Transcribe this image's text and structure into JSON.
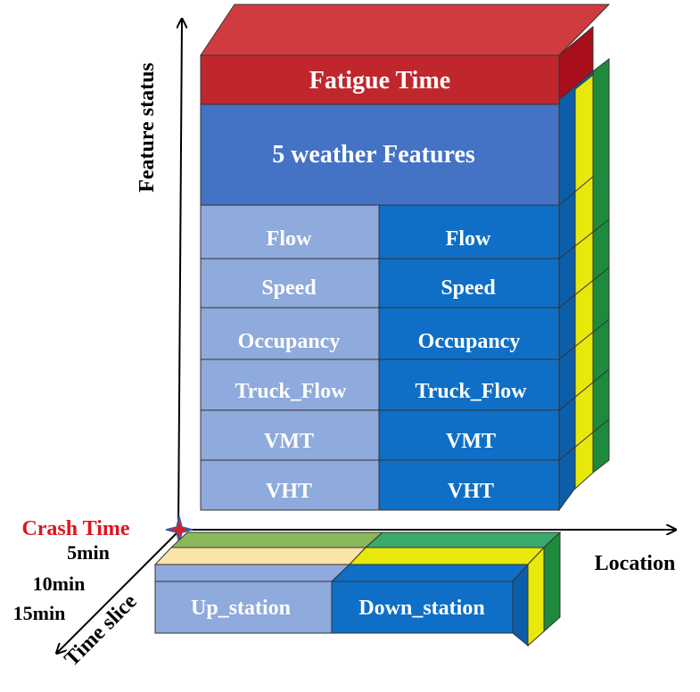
{
  "axes": {
    "y_label": "Feature status",
    "x_label": "Location",
    "z_label": "Time slice"
  },
  "crash_time": {
    "label": "Crash Time",
    "color": "#e0141e"
  },
  "time_slices": [
    "5min",
    "10min",
    "15min"
  ],
  "stack": {
    "top_feature": "Fatigue Time",
    "weather_feature": "5 weather Features",
    "traffic_rows": [
      {
        "up": "Flow",
        "down": "Flow"
      },
      {
        "up": "Speed",
        "down": "Speed"
      },
      {
        "up": "Occupancy",
        "down": "Occupancy"
      },
      {
        "up": "Truck_Flow",
        "down": "Truck_Flow"
      },
      {
        "up": "VMT",
        "down": "VMT"
      },
      {
        "up": "VHT",
        "down": "VHT"
      }
    ]
  },
  "stations": {
    "up_label": "Up_station",
    "down_label": "Down_station"
  },
  "colors": {
    "fatigue": "#c0272d",
    "fatigue_top": "#d03b3f",
    "weather": "#4472c4",
    "up_cell": "#8faadc",
    "down_cell": "#0f6fc6",
    "slice_yellow": "#e8e80a",
    "slice_green": "#1e8a3e",
    "slice_light_green": "#8ab85a",
    "slice_peach": "#fbe5a6",
    "slice_mid_green": "#3aaa6a"
  }
}
